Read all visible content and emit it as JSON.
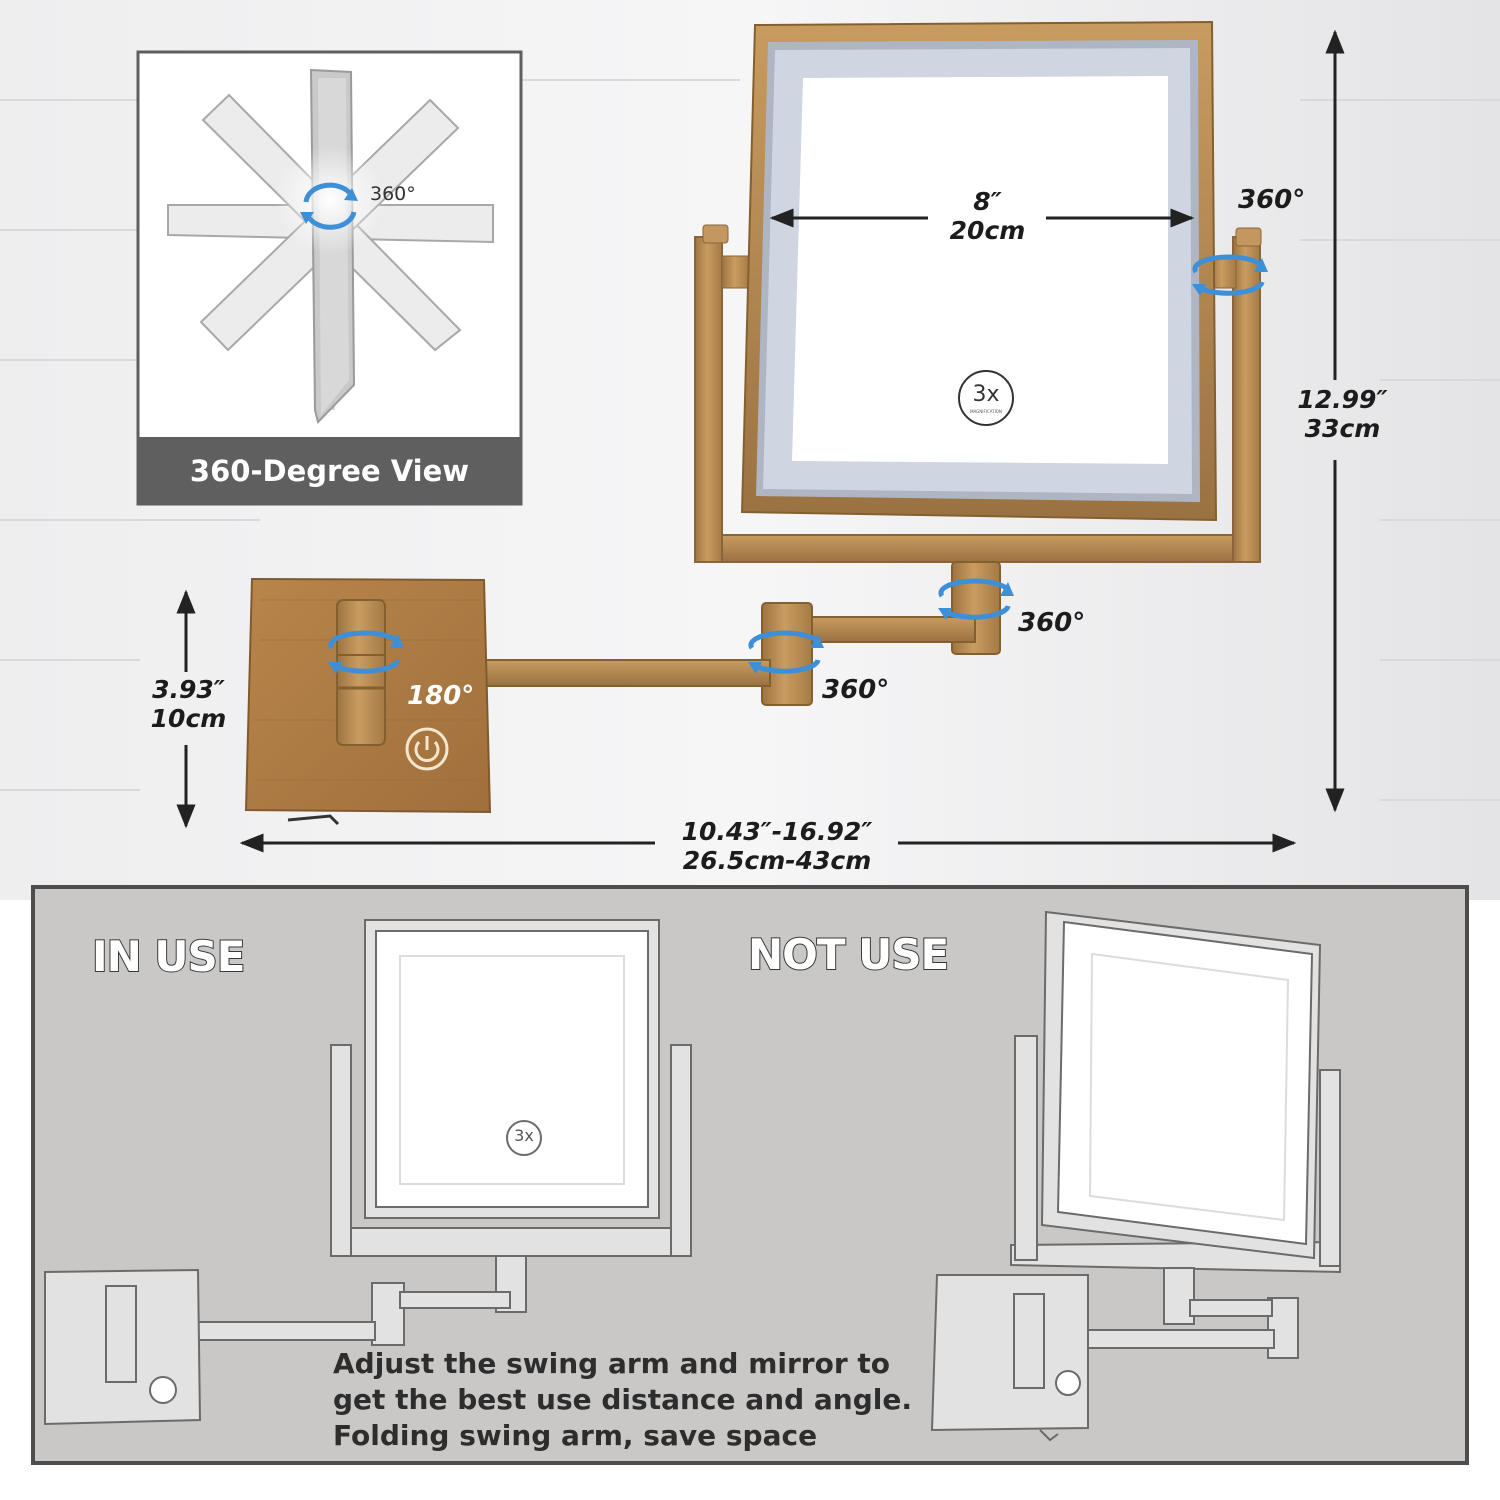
{
  "view_panel": {
    "caption": "360-Degree View",
    "rotation_label": "360°"
  },
  "dimensions": {
    "mirror_width": {
      "imperial": "8″",
      "metric": "20cm"
    },
    "total_height": {
      "imperial": "12.99″",
      "metric": "33cm"
    },
    "base_height": {
      "imperial": "3.93″",
      "metric": "10cm"
    },
    "extension": {
      "imperial": "10.43″-16.92″",
      "metric": "26.5cm-43cm"
    }
  },
  "rotations": {
    "frame_pivot": "360°",
    "mirror_joint": "360°",
    "elbow_joint": "360°",
    "base_joint": "180°"
  },
  "magnification_badge": "3x",
  "magnification_subtext": "MAGNIFICATION",
  "usage": {
    "in_use_title": "IN USE",
    "not_use_title": "NOT USE",
    "description_lines": [
      "Adjust the swing arm and mirror to",
      "get the best use distance and angle.",
      "Folding swing arm, save space"
    ]
  },
  "colors": {
    "brass": "#b88a50",
    "rotation_arrow": "#3d8fd8",
    "caption_bg": "#5f5f5f"
  }
}
